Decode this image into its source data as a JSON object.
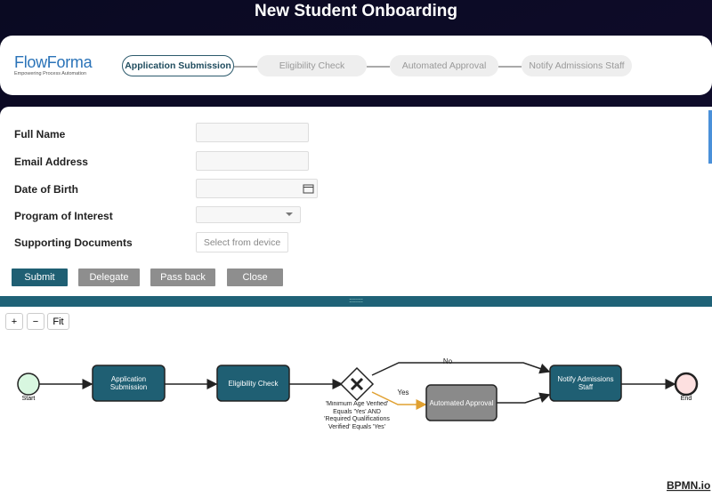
{
  "title": "New Student Onboarding",
  "logo": {
    "name": "FlowForma",
    "tagline": "Empowering Process Automation"
  },
  "steps": [
    "Application Submission",
    "Eligibility Check",
    "Automated Approval",
    "Notify Admissions Staff"
  ],
  "form": {
    "fields": [
      {
        "label": "Full Name",
        "value": ""
      },
      {
        "label": "Email Address",
        "value": ""
      },
      {
        "label": "Date of Birth",
        "value": ""
      },
      {
        "label": "Program of Interest",
        "value": ""
      },
      {
        "label": "Supporting Documents",
        "button": "Select from device"
      }
    ],
    "buttons": {
      "submit": "Submit",
      "delegate": "Delegate",
      "pass_back": "Pass back",
      "close": "Close"
    }
  },
  "splitter": "::::::::",
  "diagram": {
    "zoom_in": "+",
    "zoom_out": "−",
    "fit": "Fit",
    "start": "Start",
    "end": "End",
    "tasks": [
      "Application Submission",
      "Eligibility Check",
      "Automated Approval",
      "Notify Admissions Staff"
    ],
    "gateway_label": "'Minimum Age Verified' Equals 'Yes' AND 'Required Qualifications Verified' Equals 'Yes'",
    "flow_no": "No",
    "flow_yes": "Yes",
    "watermark": "BPMN.io",
    "colors": {
      "active": "#1f5f73",
      "inactive": "#8a8a8a",
      "yes_flow": "#e0a030"
    }
  }
}
